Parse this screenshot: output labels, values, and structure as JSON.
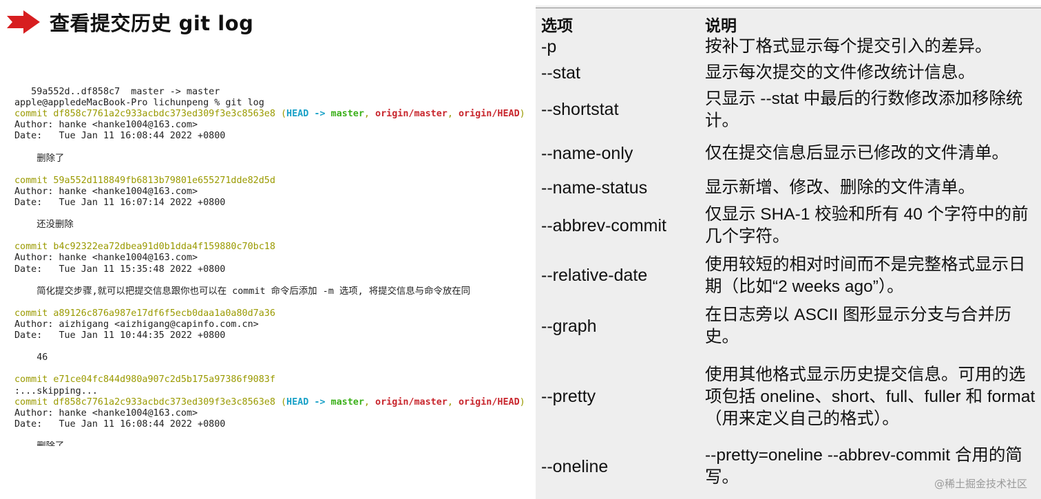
{
  "slide": {
    "title": "查看提交历史 git log",
    "arrow_color": "#d71e20"
  },
  "terminal": {
    "lines": [
      {
        "segments": [
          {
            "t": "   59a552d..df858c7  master -> master",
            "c": "plain"
          }
        ]
      },
      {
        "segments": [
          {
            "t": "apple@appledeMacBook-Pro lichunpeng % git log",
            "c": "plain"
          }
        ]
      },
      {
        "segments": [
          {
            "t": "commit df858c7761a2c933acbdc373ed309f3e3c8563e8 ",
            "c": "hash"
          },
          {
            "t": "(",
            "c": "paren"
          },
          {
            "t": "HEAD -> ",
            "c": "head"
          },
          {
            "t": "master",
            "c": "master"
          },
          {
            "t": ", ",
            "c": "comma"
          },
          {
            "t": "origin/master",
            "c": "origin"
          },
          {
            "t": ", ",
            "c": "comma"
          },
          {
            "t": "origin/HEAD",
            "c": "origin"
          },
          {
            "t": ")",
            "c": "paren"
          }
        ]
      },
      {
        "segments": [
          {
            "t": "Author: hanke <hanke1004@163.com>",
            "c": "plain"
          }
        ]
      },
      {
        "segments": [
          {
            "t": "Date:   Tue Jan 11 16:08:44 2022 +0800",
            "c": "plain"
          }
        ]
      },
      {
        "segments": [
          {
            "t": "",
            "c": "plain"
          }
        ]
      },
      {
        "segments": [
          {
            "t": "    删除了",
            "c": "plain"
          }
        ]
      },
      {
        "segments": [
          {
            "t": "",
            "c": "plain"
          }
        ]
      },
      {
        "segments": [
          {
            "t": "commit 59a552d118849fb6813b79801e655271dde82d5d",
            "c": "hash"
          }
        ]
      },
      {
        "segments": [
          {
            "t": "Author: hanke <hanke1004@163.com>",
            "c": "plain"
          }
        ]
      },
      {
        "segments": [
          {
            "t": "Date:   Tue Jan 11 16:07:14 2022 +0800",
            "c": "plain"
          }
        ]
      },
      {
        "segments": [
          {
            "t": "",
            "c": "plain"
          }
        ]
      },
      {
        "segments": [
          {
            "t": "    还没删除",
            "c": "plain"
          }
        ]
      },
      {
        "segments": [
          {
            "t": "",
            "c": "plain"
          }
        ]
      },
      {
        "segments": [
          {
            "t": "commit b4c92322ea72dbea91d0b1dda4f159880c70bc18",
            "c": "hash"
          }
        ]
      },
      {
        "segments": [
          {
            "t": "Author: hanke <hanke1004@163.com>",
            "c": "plain"
          }
        ]
      },
      {
        "segments": [
          {
            "t": "Date:   Tue Jan 11 15:35:48 2022 +0800",
            "c": "plain"
          }
        ]
      },
      {
        "segments": [
          {
            "t": "",
            "c": "plain"
          }
        ]
      },
      {
        "segments": [
          {
            "t": "    简化提交步骤,就可以把提交信息跟你也可以在 commit 命令后添加 -m 选项, 将提交信息与命令放在同",
            "c": "plain"
          }
        ]
      },
      {
        "segments": [
          {
            "t": "",
            "c": "plain"
          }
        ]
      },
      {
        "segments": [
          {
            "t": "commit a89126c876a987e17df6f5ecb0daa1a0a80d7a36",
            "c": "hash"
          }
        ]
      },
      {
        "segments": [
          {
            "t": "Author: aizhigang <aizhigang@capinfo.com.cn>",
            "c": "plain"
          }
        ]
      },
      {
        "segments": [
          {
            "t": "Date:   Tue Jan 11 10:44:35 2022 +0800",
            "c": "plain"
          }
        ]
      },
      {
        "segments": [
          {
            "t": "",
            "c": "plain"
          }
        ]
      },
      {
        "segments": [
          {
            "t": "    46",
            "c": "plain"
          }
        ]
      },
      {
        "segments": [
          {
            "t": "",
            "c": "plain"
          }
        ]
      },
      {
        "segments": [
          {
            "t": "commit e71ce04fc844d980a907c2d5b175a97386f9083f",
            "c": "hash"
          }
        ]
      },
      {
        "segments": [
          {
            "t": ":...skipping...",
            "c": "plain"
          }
        ]
      },
      {
        "segments": [
          {
            "t": "commit df858c7761a2c933acbdc373ed309f3e3c8563e8 ",
            "c": "hash"
          },
          {
            "t": "(",
            "c": "paren"
          },
          {
            "t": "HEAD -> ",
            "c": "head"
          },
          {
            "t": "master",
            "c": "master"
          },
          {
            "t": ", ",
            "c": "comma"
          },
          {
            "t": "origin/master",
            "c": "origin"
          },
          {
            "t": ", ",
            "c": "comma"
          },
          {
            "t": "origin/HEAD",
            "c": "origin"
          },
          {
            "t": ")",
            "c": "paren"
          }
        ]
      },
      {
        "segments": [
          {
            "t": "Author: hanke <hanke1004@163.com>",
            "c": "plain"
          }
        ]
      },
      {
        "segments": [
          {
            "t": "Date:   Tue Jan 11 16:08:44 2022 +0800",
            "c": "plain"
          }
        ]
      },
      {
        "segments": [
          {
            "t": "",
            "c": "plain"
          }
        ]
      },
      {
        "segments": [
          {
            "t": "    删除了",
            "c": "plain"
          }
        ]
      }
    ]
  },
  "table": {
    "headers": {
      "option": "选项",
      "description": "说明"
    },
    "rows": [
      {
        "option": "-p",
        "description": "按补丁格式显示每个提交引入的差异。"
      },
      {
        "option": "--stat",
        "description": "显示每次提交的文件修改统计信息。"
      },
      {
        "option": "--shortstat",
        "description": "只显示 --stat 中最后的行数修改添加移除统计。"
      },
      {
        "option": "--name-only",
        "description": "仅在提交信息后显示已修改的文件清单。"
      },
      {
        "option": "--name-status",
        "description": "显示新增、修改、删除的文件清单。"
      },
      {
        "option": "--abbrev-commit",
        "description": "仅显示 SHA-1 校验和所有 40 个字符中的前几个字符。"
      },
      {
        "option": "--relative-date",
        "description": "使用较短的相对时间而不是完整格式显示日期（比如“2 weeks ago”）。"
      },
      {
        "option": "--graph",
        "description": "在日志旁以 ASCII 图形显示分支与合并历史。"
      },
      {
        "option": "--pretty",
        "description": "使用其他格式显示历史提交信息。可用的选项包括 oneline、short、full、fuller 和 format（用来定义自己的格式）。"
      },
      {
        "option": "--oneline",
        "description": "--pretty=oneline --abbrev-commit 合用的简写。"
      }
    ]
  },
  "watermark": "@稀土掘金技术社区"
}
